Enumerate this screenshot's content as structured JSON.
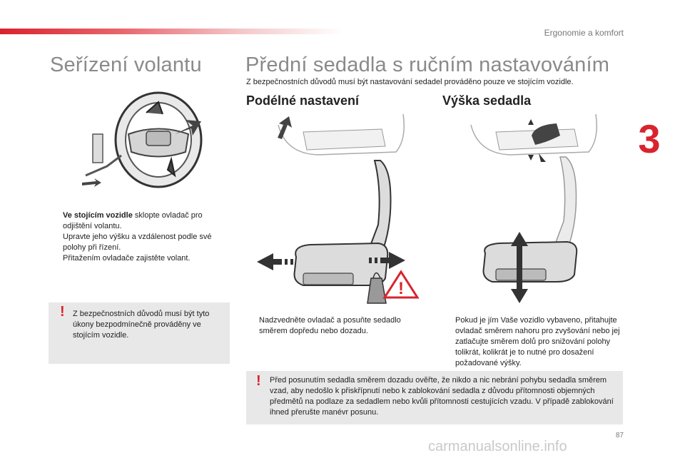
{
  "header": {
    "chapter_title": "Ergonomie a komfort",
    "chapter_number": "3"
  },
  "left": {
    "title": "Seřízení volantu",
    "bullets": [
      {
        "bold": "Ve stojícím vozidle",
        "text": " sklopte ovladač pro odjištění volantu."
      },
      {
        "bold": "",
        "text": "Upravte jeho výšku a vzdálenost podle své polohy při řízení."
      },
      {
        "bold": "",
        "text": "Přitažením ovladače zajistěte volant."
      }
    ],
    "warning": "Z bezpečnostních důvodů musí být tyto úkony bezpodmínečně prováděny ve stojícím vozidle."
  },
  "right": {
    "title": "Přední sedadla s ručním nastavováním",
    "intro": "Z bezpečnostních důvodů musí být nastavování sedadel prováděno pouze ve stojícím vozidle.",
    "longitudinal": {
      "title": "Podélné nastavení",
      "bullet": "Nadzvedněte ovladač a posuňte sedadlo směrem dopředu nebo dozadu."
    },
    "height": {
      "title": "Výška sedadla",
      "bullet": "Pokud je jím Vaše vozidlo vybaveno, přitahujte ovladač směrem nahoru pro zvyšování nebo jej zatlačujte směrem dolů pro snižování polohy tolikrát, kolikrát je to nutné pro dosažení požadované výšky."
    },
    "warning": "Před posunutím sedadla směrem dozadu ověřte, že nikdo a nic nebrání pohybu sedadla směrem vzad, aby nedošlo k přiskřípnutí nebo k zablokování sedadla z důvodu přítomnosti objemných předmětů na podlaze za sedadlem nebo kvůli přítomnosti cestujících vzadu. V případě zablokování ihned přerušte manévr posunu."
  },
  "bullet_glyph": "",
  "warning_glyph": "!",
  "footer": {
    "page_number": "87",
    "watermark": "carmanualsonline.info"
  },
  "colors": {
    "accent": "#d9232e",
    "title_gray": "#8a8a8a",
    "warning_bg": "#e8e8e8"
  }
}
